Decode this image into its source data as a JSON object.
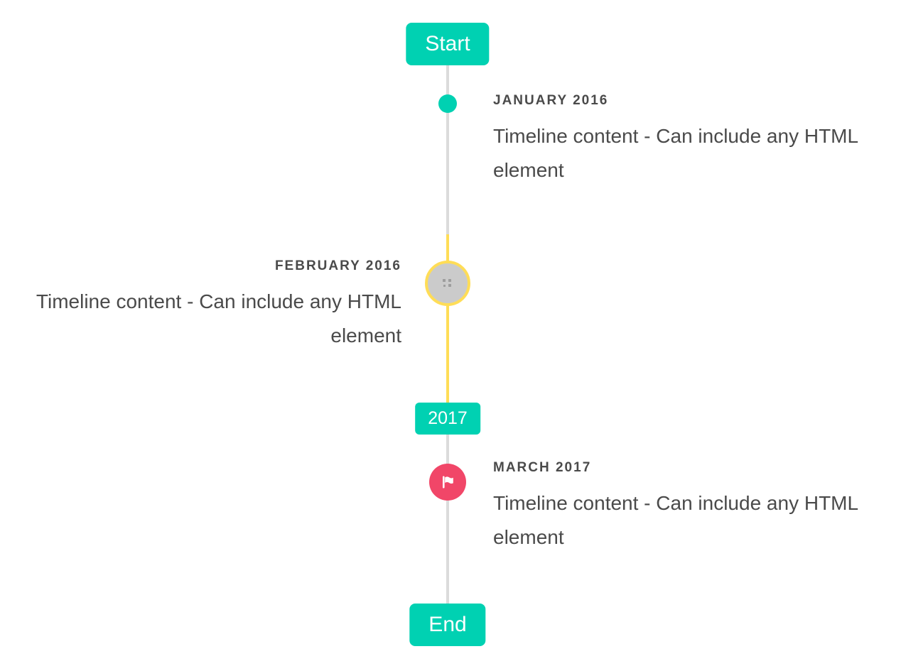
{
  "timeline": {
    "headers": {
      "start": "Start",
      "middle": "2017",
      "end": "End"
    },
    "items": [
      {
        "date": "JANUARY 2016",
        "content": "Timeline content - Can include any HTML element",
        "side": "right",
        "marker": "primary-dot"
      },
      {
        "date": "FEBRUARY 2016",
        "content": "Timeline content - Can include any HTML element",
        "side": "left",
        "marker": "image-with-warning-ring",
        "marker_icon": "broken-image-icon"
      },
      {
        "date": "MARCH 2017",
        "content": "Timeline content - Can include any HTML element",
        "side": "right",
        "marker": "danger-icon-circle",
        "marker_icon": "flag-icon"
      }
    ],
    "colors": {
      "primary": "#00d1b2",
      "warning": "#ffdd57",
      "danger": "#f14668",
      "line": "#dbdbdb",
      "image_marker_fill": "#cbcbcb",
      "text": "#4a4a4a",
      "tag_text": "#ffffff"
    }
  }
}
